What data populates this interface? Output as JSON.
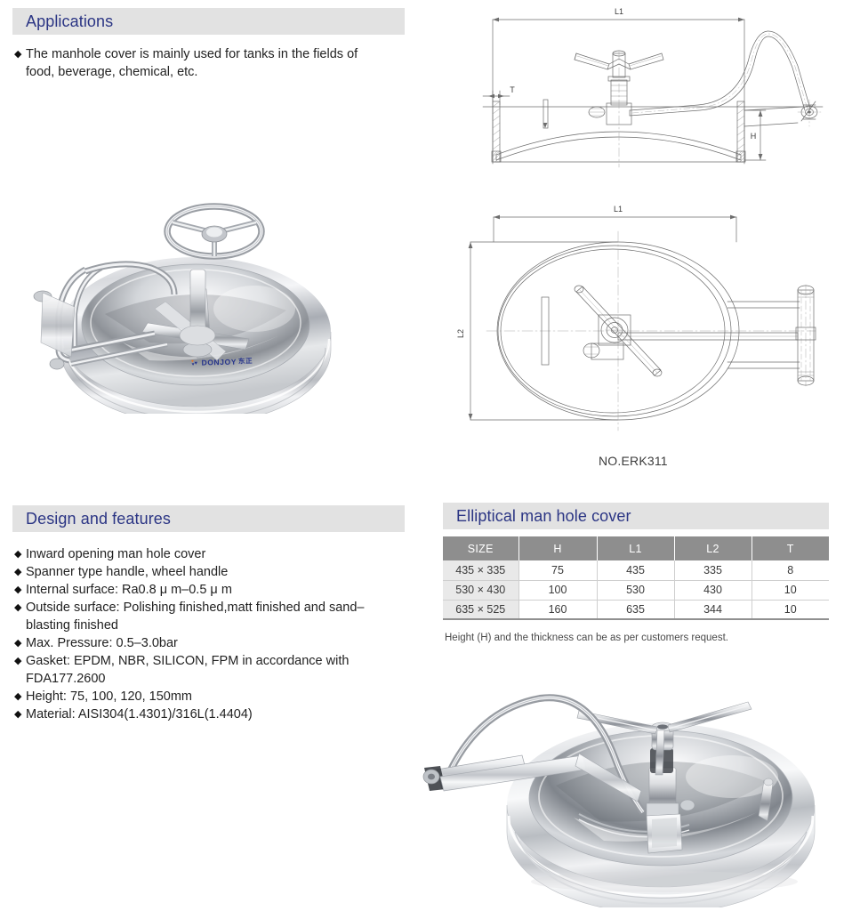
{
  "sections": {
    "applications": {
      "title": "Applications",
      "bullets": [
        {
          "marker": "◆",
          "line1": "The manhole cover is mainly used for tanks in the fields of",
          "line2": "food, beverage, chemical, etc."
        }
      ]
    },
    "design_features": {
      "title": "Design and features",
      "bullets": [
        {
          "marker": "◆",
          "line1": "Inward opening man hole cover",
          "line2": ""
        },
        {
          "marker": "◆",
          "line1": "Spanner type handle, wheel handle",
          "line2": ""
        },
        {
          "marker": "◆",
          "line1": "Internal surface: Ra0.8 μ m–0.5 μ m",
          "line2": ""
        },
        {
          "marker": "◆",
          "line1": "Outside surface: Polishing finished,matt finished and sand–",
          "line2": "blasting finished"
        },
        {
          "marker": "◆",
          "line1": "Max. Pressure: 0.5–3.0bar",
          "line2": ""
        },
        {
          "marker": "◆",
          "line1": "Gasket: EPDM, NBR, SILICON, FPM in accordance with",
          "line2": "FDA177.2600"
        },
        {
          "marker": "◆",
          "line1": "Height: 75, 100, 120, 150mm",
          "line2": ""
        },
        {
          "marker": "◆",
          "line1": "Material: AISI304(1.4301)/316L(1.4404)",
          "line2": ""
        }
      ]
    },
    "spec": {
      "title": "Elliptical man hole cover",
      "note": "Height (H) and the thickness can be as per customers request."
    }
  },
  "spec_table": {
    "columns": [
      "SIZE",
      "H",
      "L1",
      "L2",
      "T"
    ],
    "rows": [
      {
        "size": "435 × 335",
        "h": "75",
        "l1": "435",
        "l2": "335",
        "t": "8"
      },
      {
        "size": "530 × 430",
        "h": "100",
        "l1": "530",
        "l2": "430",
        "t": "10"
      },
      {
        "size": "635 × 525",
        "h": "160",
        "l1": "635",
        "l2": "344",
        "t": "10"
      }
    ]
  },
  "drawings": {
    "side_view": {
      "name": "side-section-view",
      "dim_l1": "L1",
      "dim_t": "T",
      "dim_h": "H"
    },
    "plan_view": {
      "name": "elliptical-plan-view",
      "dim_l1": "L1",
      "dim_l2": "L2",
      "part_number": "NO.ERK311"
    }
  },
  "photos": {
    "top": {
      "alt": "stainless steel elliptical manhole cover with wheel handle",
      "brand": "DONJOY",
      "brand_cn": "东正"
    },
    "bottom": {
      "alt": "stainless steel manhole cover with cross spanner handle, top view"
    }
  },
  "colors": {
    "bar_bg": "#e2e2e2",
    "title_blue": "#2b3584",
    "table_header": "#8e8e8e",
    "table_size_col": "#e9e9e9",
    "brand_blue": "#26348c",
    "brand_orange": "#e8762a"
  }
}
